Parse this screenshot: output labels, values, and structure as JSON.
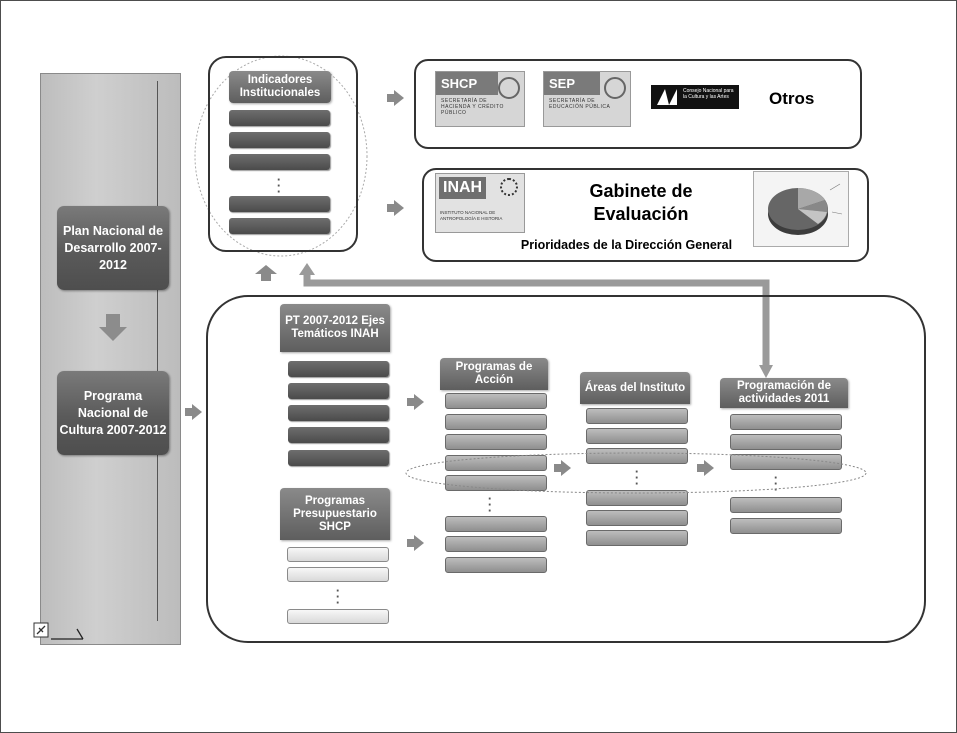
{
  "sidebar": {
    "plan_nacional": "Plan Nacional de Desarrollo 2007-2012",
    "programa_nacional": "Programa Nacional de Cultura 2007-2012"
  },
  "indicadores": {
    "title": "Indicadores Institucionales"
  },
  "logos": {
    "shcp_name": "SHCP",
    "shcp_sub": "SECRETARÍA DE HACIENDA Y CRÉDITO PÚBLICO",
    "sep_name": "SEP",
    "sep_sub": "SECRETARÍA DE EDUCACIÓN PÚBLICA",
    "conaculta_sub": "Consejo Nacional para la Cultura y las Artes",
    "otros": "Otros",
    "inah_name": "INAH",
    "inah_sub": "INSTITUTO NACIONAL DE ANTROPOLOGÍA E HISTORIA"
  },
  "gabinete": {
    "title": "Gabinete de Evaluación",
    "subtitle": "Prioridades de la Dirección General"
  },
  "columns": {
    "pt": "PT 2007-2012 Ejes Temáticos INAH",
    "presupuestario": "Programas Presupuestario SHCP",
    "programas_accion": "Programas de Acción",
    "areas": "Áreas del Instituto",
    "programacion": "Programación de actividades  2011"
  },
  "colors": {
    "dark": "#5a5a5a",
    "mid": "#9a9a9a",
    "light": "#e6e6e6",
    "background": "#ffffff"
  },
  "icons": {
    "pie": "pie-chart-icon",
    "signature": "edit-pen-icon"
  }
}
